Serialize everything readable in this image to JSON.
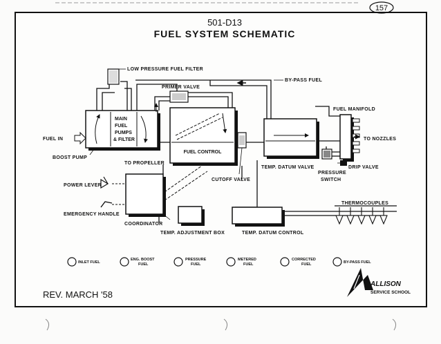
{
  "page_number": "157",
  "drawing_code": "501-D13",
  "title": "FUEL SYSTEM SCHEMATIC",
  "labels": {
    "low_pressure_fuel_filter": "LOW PRESSURE FUEL FILTER",
    "primer_valve": "PRIMER VALVE",
    "by_pass_fuel": "BY-PASS FUEL",
    "fuel_manifold": "FUEL MANIFOLD",
    "fuel_in": "FUEL IN",
    "to_nozzles": "TO NOZZLES",
    "boost_pump": "BOOST PUMP",
    "to_propeller": "TO PROPELLER",
    "temp_datum_valve": "TEMP. DATUM VALVE",
    "drip_valve": "DRIP VALVE",
    "pressure_switch_1": "PRESSURE",
    "pressure_switch_2": "SWITCH",
    "power_lever": "POWER LEVER",
    "cutoff_valve": "CUTOFF VALVE",
    "thermocouples": "THERMOCOUPLES",
    "emergency_handle": "EMERGENCY HANDLE",
    "coordinator": "COORDINATOR",
    "temp_adjustment_box": "TEMP. ADJUSTMENT BOX",
    "temp_datum_control": "TEMP. DATUM CONTROL"
  },
  "boxes": {
    "main_pumps_1": "MAIN",
    "main_pumps_2": "FUEL",
    "main_pumps_3": "PUMPS",
    "main_pumps_4": "& FILTER",
    "fuel_control": "FUEL CONTROL"
  },
  "legend": [
    {
      "line1": "INLET FUEL",
      "line2": ""
    },
    {
      "line1": "ENG. BOOST",
      "line2": "FUEL"
    },
    {
      "line1": "PRESSURE",
      "line2": "FUEL"
    },
    {
      "line1": "METERED",
      "line2": "FUEL"
    },
    {
      "line1": "CORRECTED",
      "line2": "FUEL"
    },
    {
      "line1": "BY-PASS FUEL",
      "line2": ""
    }
  ],
  "revision": "REV.  MARCH  '58",
  "logo": {
    "name": "ALLISON",
    "subtitle": "SERVICE SCHOOL"
  }
}
